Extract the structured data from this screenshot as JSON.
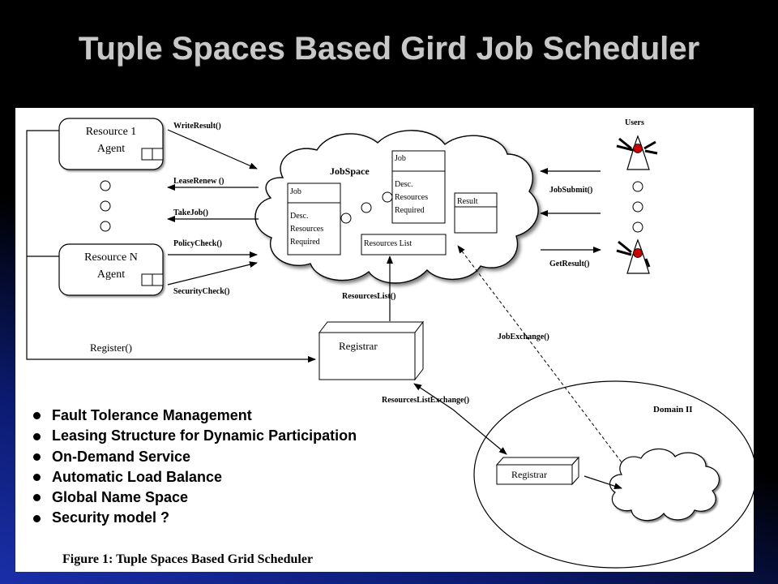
{
  "title": "Tuple Spaces Based Gird Job Scheduler",
  "diagram": {
    "resource_1": [
      "Resource 1",
      "Agent"
    ],
    "resource_n": [
      "Resource N",
      "Agent"
    ],
    "calls_left": {
      "write_result": "WriteResult()",
      "lease_renew": "LeaseRenew ()",
      "take_job": "TakeJob()",
      "policy_check": "PolicyCheck()",
      "security_check": "SecurityCheck()"
    },
    "register": "Register()",
    "jobspace_label": "JobSpace",
    "job_box_1": [
      "Job",
      "Desc.",
      "Resources",
      "Required"
    ],
    "job_box_2": [
      "Job",
      "Desc.",
      "Resources",
      "Required"
    ],
    "result_label": "Result",
    "resources_list_label": "Resources List",
    "users_label": "Users",
    "job_submit": "JobSubmit()",
    "get_result": "GetResult()",
    "resources_list_call": "ResourcesList()",
    "registrar_label": "Registrar",
    "job_exchange": "JobExchange()",
    "resources_list_exchange": "ResourcesListExchange()",
    "domain_ii": "Domain II",
    "registrar_2_label": "Registrar"
  },
  "bullets": [
    "Fault Tolerance Management",
    "Leasing Structure for Dynamic Participation",
    "On-Demand Service",
    "Automatic Load Balance",
    "Global Name Space",
    "Security model ?"
  ],
  "caption": "Figure 1: Tuple Spaces Based Grid Scheduler"
}
